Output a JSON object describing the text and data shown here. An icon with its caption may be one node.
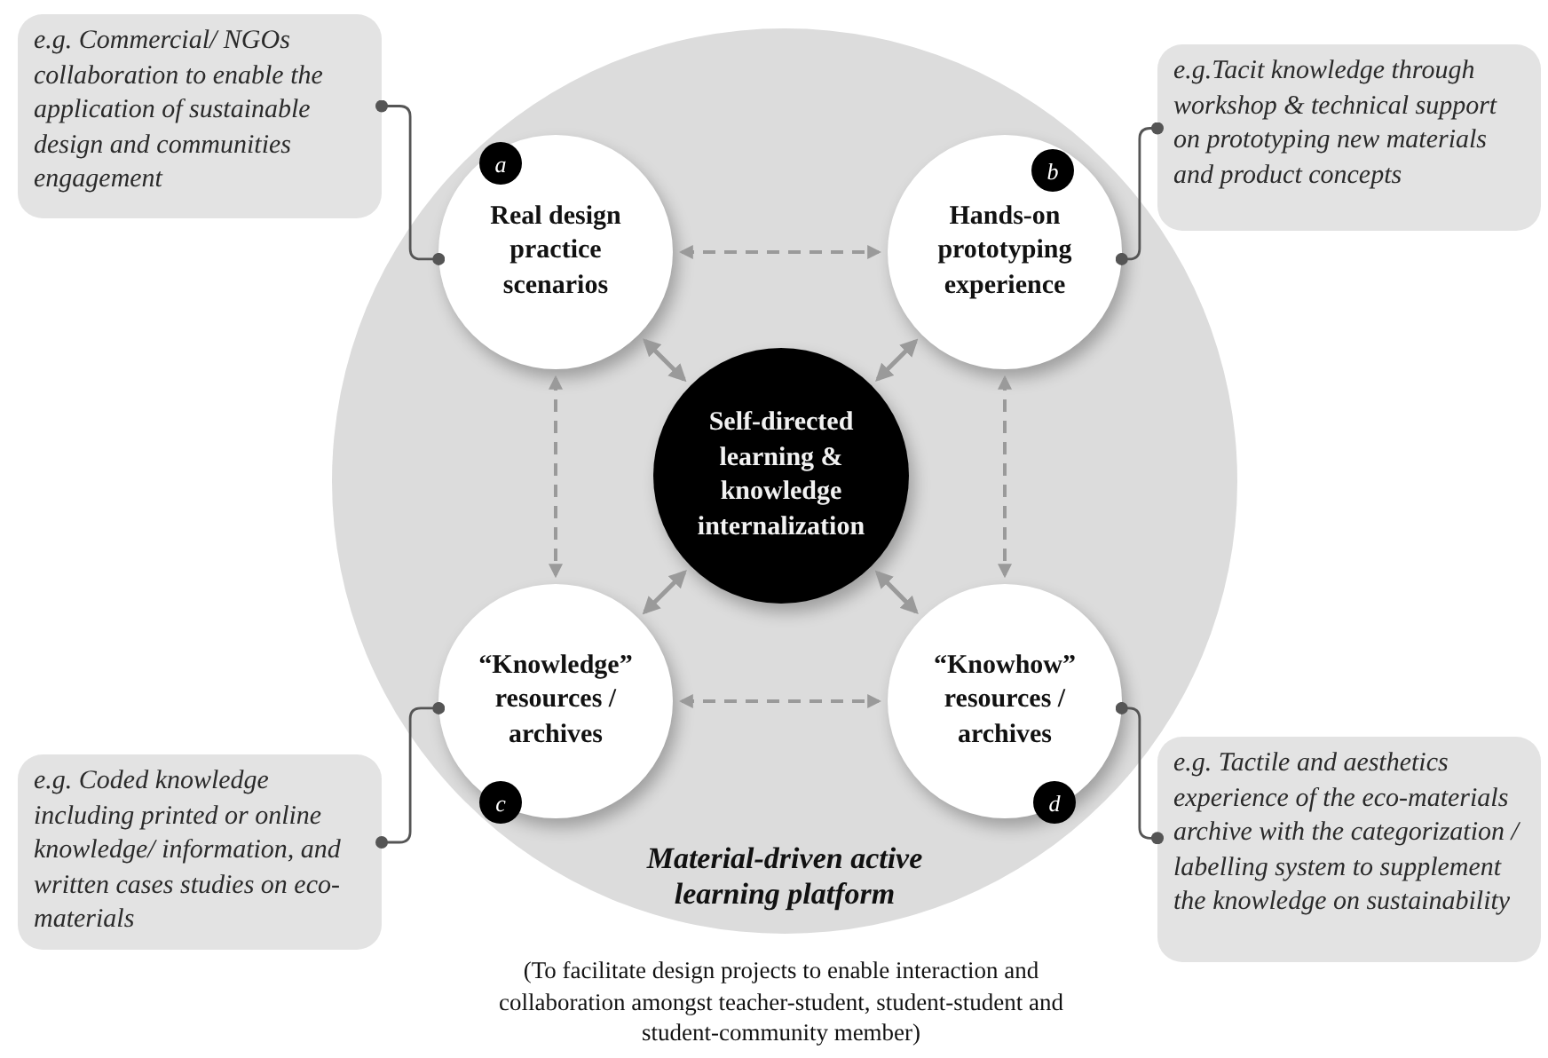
{
  "diagram": {
    "caption": "(To facilitate design projects to enable interaction and collaboration amongst teacher-student, student-student and student-community member)",
    "nodes": [
      {
        "text": [
          "Material-driven active learning platform"
        ]
      },
      {
        "text": [
          "Real design practice scenarios"
        ],
        "in": 0
      },
      {
        "text": [
          "a"
        ],
        "in": 1
      },
      {
        "text": [
          "Hands-on prototyping experience"
        ],
        "in": 0
      },
      {
        "text": [
          "b"
        ],
        "in": 3
      },
      {
        "text": [
          "Self-directed learning & knowledge internalization"
        ],
        "in": 0
      },
      {
        "text": [
          "“Knowledge” resources / archives"
        ],
        "in": 0
      },
      {
        "text": [
          "c"
        ],
        "in": 6
      },
      {
        "text": [
          "“Knowhow” resources / archives"
        ],
        "in": 0
      },
      {
        "text": [
          "d"
        ],
        "in": 8
      },
      {
        "text": [
          "e.g. Commercial/ NGOs collaboration to enable the application of sustainable design and communities engagement"
        ]
      },
      {
        "text": [
          "e.g.Tacit knowledge through workshop & technical support on prototyping new materials and product concepts"
        ]
      },
      {
        "text": [
          "e.g. Coded knowledge including printed or online knowledge/ information, and written cases studies on eco-materials"
        ]
      },
      {
        "text": [
          "e.g. Tactile and aesthetics experience of the eco-materials archive with the categorization / labelling system to supplement the knowledge on sustainability"
        ]
      }
    ],
    "edges": [
      {
        "from": 1,
        "to": 3,
        "arrow": "both",
        "style": "dashed"
      },
      {
        "from": 1,
        "to": 6,
        "arrow": "both",
        "style": "dashed"
      },
      {
        "from": 3,
        "to": 8,
        "arrow": "both",
        "style": "dashed"
      },
      {
        "from": 6,
        "to": 8,
        "arrow": "both",
        "style": "dashed"
      },
      {
        "from": 5,
        "to": 1,
        "arrow": "both"
      },
      {
        "from": 5,
        "to": 3,
        "arrow": "both"
      },
      {
        "from": 5,
        "to": 6,
        "arrow": "both"
      },
      {
        "from": 5,
        "to": 8,
        "arrow": "both"
      },
      {
        "from": 10,
        "to": 1,
        "arrow": "other",
        "color": "#555555"
      },
      {
        "from": 11,
        "to": 3,
        "arrow": "other",
        "color": "#555555"
      },
      {
        "from": 12,
        "to": 6,
        "arrow": "other",
        "color": "#555555"
      },
      {
        "from": 13,
        "to": 8,
        "arrow": "other",
        "color": "#555555"
      }
    ]
  }
}
